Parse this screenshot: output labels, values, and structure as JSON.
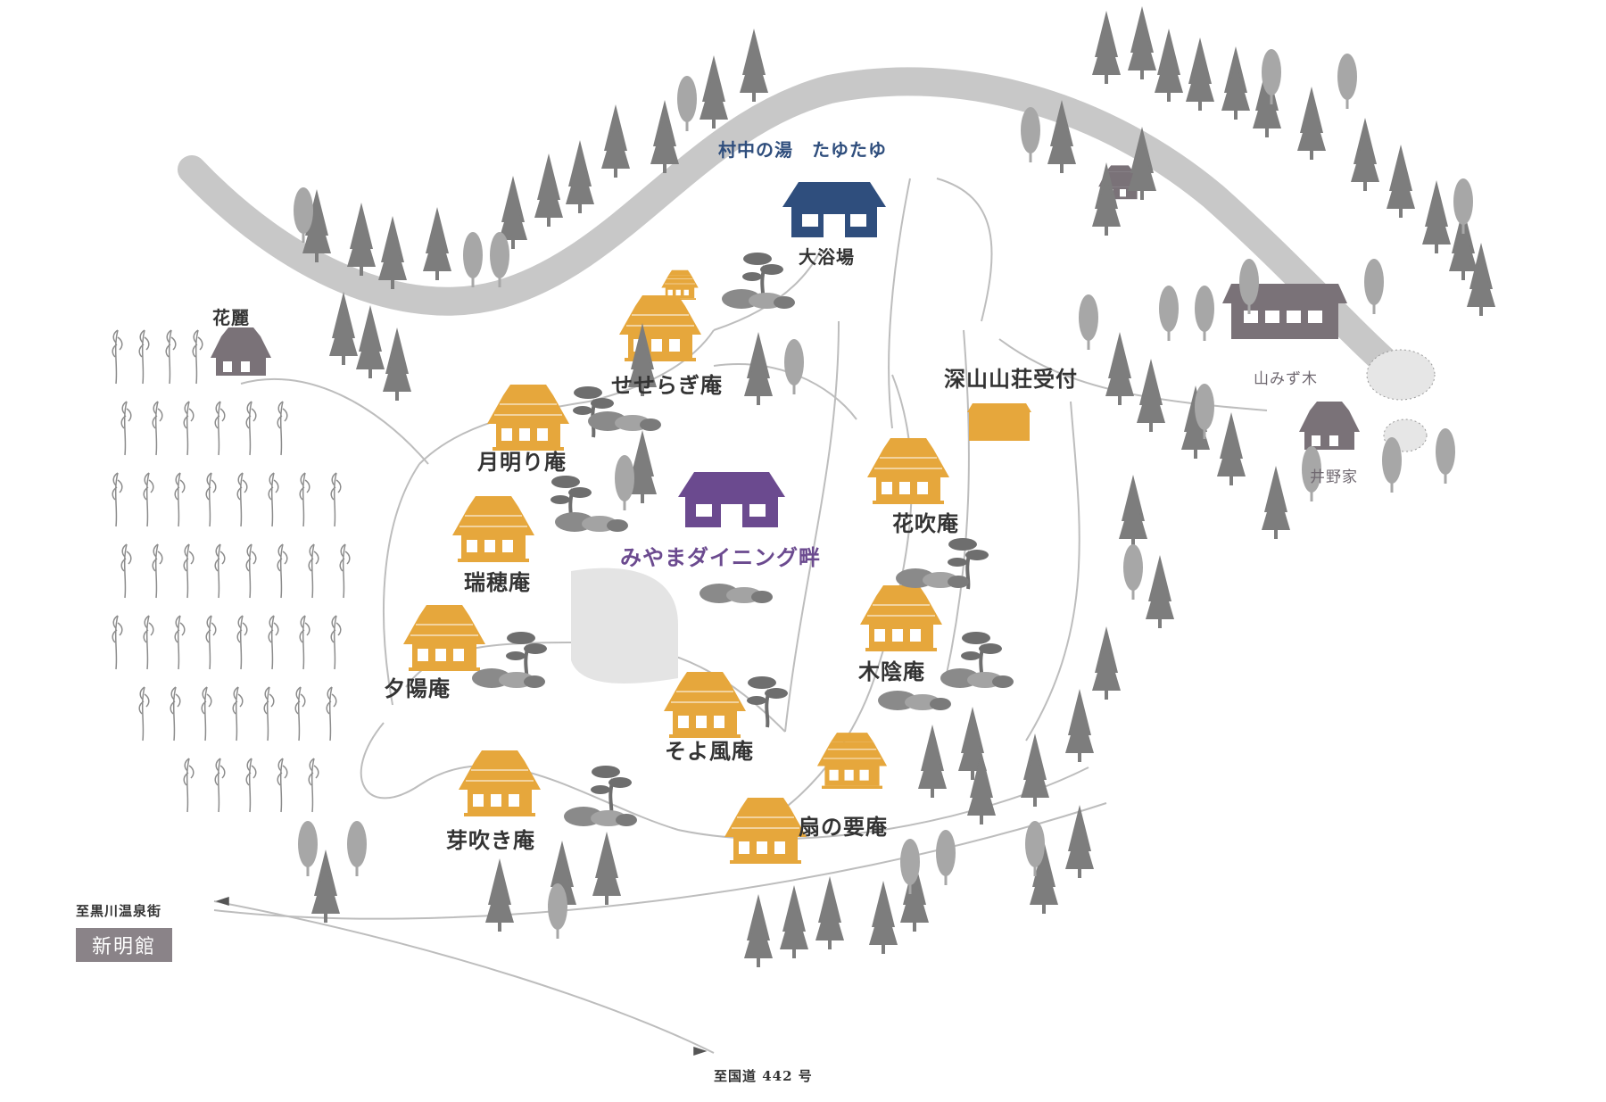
{
  "colors": {
    "thatch_gold": "#e6a73c",
    "dining_purple": "#6b4a8f",
    "bath_navy": "#2f4e7d",
    "gray_building": "#7a7278",
    "tree_gray": "#7d7d7d",
    "road_gray": "#c8c8c8"
  },
  "labels": {
    "bath_title": "村中の湯　たゆたゆ",
    "bath_house": "大浴場",
    "karei": "花麗",
    "seseragi": "せせらぎ庵",
    "tsukiakari": "月明り庵",
    "dining": "みやまダイニング畔",
    "mizuho": "瑞穂庵",
    "yuhi": "夕陽庵",
    "soyokaze": "そよ風庵",
    "mebuki": "芽吹き庵",
    "ogi": "扇の要庵",
    "kokage": "木陰庵",
    "hanafuki": "花吹庵",
    "reception": "深山山荘受付",
    "yamamizuki": "山みず木",
    "inoke": "井野家",
    "to_kurokawa": "至黒川温泉街",
    "shinmeikan": "新明館",
    "to_route": "至国道 442 号"
  },
  "icons": [
    "thatched-cottage-icon",
    "bathhouse-icon",
    "dining-hall-icon",
    "tree-icon",
    "pine-icon",
    "rock-icon",
    "pampas-grass-icon",
    "direction-arrow-icon"
  ]
}
